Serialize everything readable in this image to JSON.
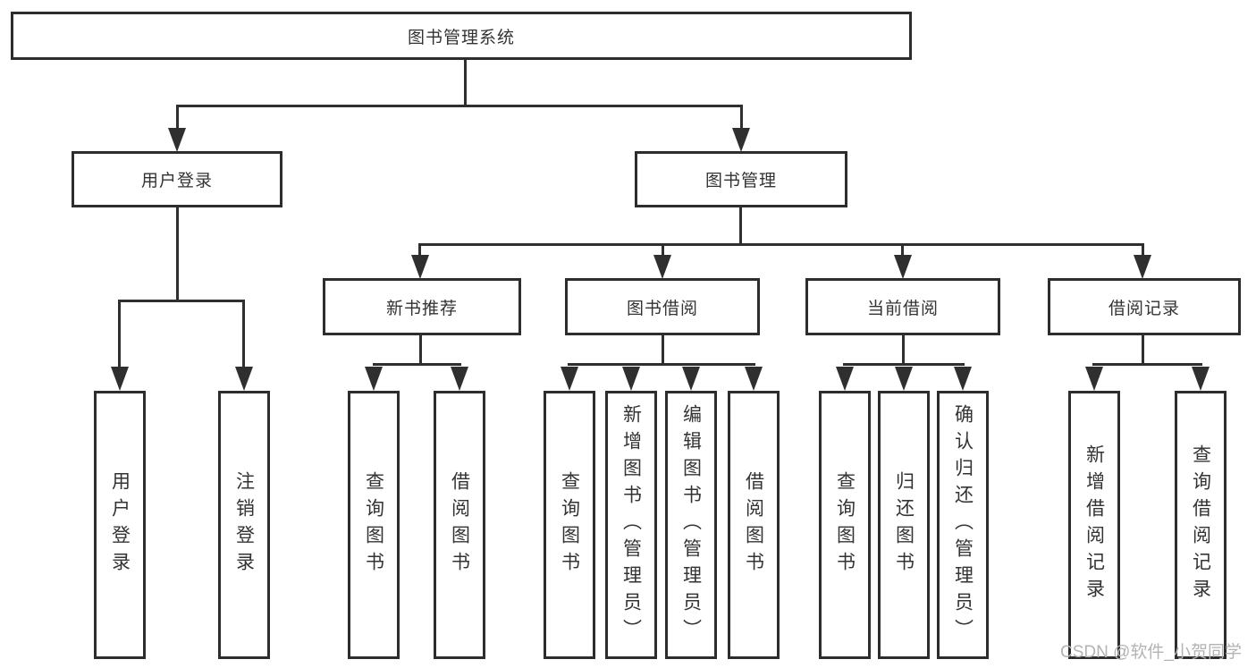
{
  "diagram": {
    "root": {
      "label": "图书管理系统"
    },
    "level2": [
      {
        "key": "user-login",
        "label": "用户登录",
        "children": [
          {
            "label": "用户登录"
          },
          {
            "label": "注销登录"
          }
        ]
      },
      {
        "key": "book-management",
        "label": "图书管理",
        "sections": [
          {
            "key": "new-book-recommend",
            "label": "新书推荐",
            "children": [
              {
                "label": "查询图书"
              },
              {
                "label": "借阅图书"
              }
            ]
          },
          {
            "key": "book-borrow",
            "label": "图书借阅",
            "children": [
              {
                "label": "查询图书"
              },
              {
                "label": "新增图书（管理员）"
              },
              {
                "label": "编辑图书（管理员）"
              },
              {
                "label": "借阅图书"
              }
            ]
          },
          {
            "key": "current-borrow",
            "label": "当前借阅",
            "children": [
              {
                "label": "查询图书"
              },
              {
                "label": "归还图书"
              },
              {
                "label": "确认归还（管理员）"
              }
            ]
          },
          {
            "key": "borrow-record",
            "label": "借阅记录",
            "children": [
              {
                "label": "新增借阅记录"
              },
              {
                "label": "查询借阅记录"
              }
            ]
          }
        ]
      }
    ],
    "watermark": "CSDN @软件_小贺同学",
    "colors": {
      "line": "#2f2f2f",
      "box_border": "#2d2d2d",
      "text": "#333333",
      "watermark": "#b3b3b3",
      "background": "#ffffff"
    }
  }
}
